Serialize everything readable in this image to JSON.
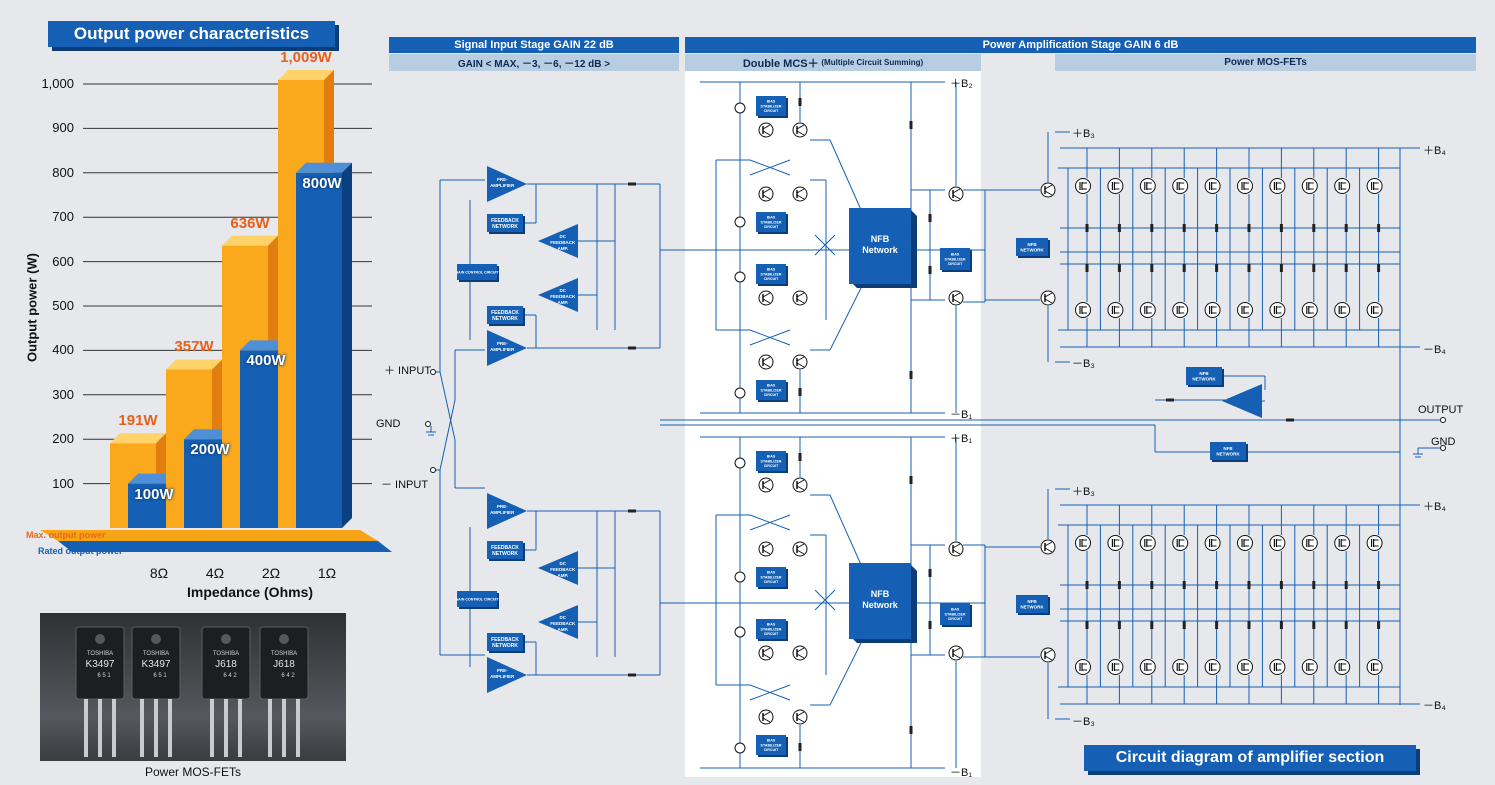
{
  "chart_title": "Output power characteristics",
  "diagram_title": "Circuit diagram of amplifier section",
  "chart_data": {
    "type": "bar",
    "categories": [
      "8Ω",
      "4Ω",
      "2Ω",
      "1Ω"
    ],
    "series": [
      {
        "name": "Max. output power",
        "values": [
          191,
          357,
          636,
          1009
        ],
        "labels": [
          "191W",
          "357W",
          "636W",
          "1,009W"
        ]
      },
      {
        "name": "Rated output power",
        "values": [
          100,
          200,
          400,
          800
        ],
        "labels": [
          "100W",
          "200W",
          "400W",
          "800W"
        ]
      }
    ],
    "ylabel": "Output power (W)",
    "xlabel": "Impedance (Ohms)",
    "ylim": [
      0,
      1000
    ],
    "yticks": [
      "100",
      "200",
      "300",
      "400",
      "500",
      "600",
      "700",
      "800",
      "900",
      "1,000"
    ],
    "colors": {
      "max": "#f7a416",
      "rated": "#1560b4"
    }
  },
  "photo": {
    "caption": "Power MOS-FETs",
    "parts": [
      {
        "brand": "TOSHIBA",
        "code": "K3497",
        "lot": "6 5 1"
      },
      {
        "brand": "TOSHIBA",
        "code": "K3497",
        "lot": "6 5 1"
      },
      {
        "brand": "TOSHIBA",
        "code": "J618",
        "lot": "6 4 2"
      },
      {
        "brand": "TOSHIBA",
        "code": "J618",
        "lot": "6 4 2"
      }
    ]
  },
  "stages": {
    "input_title": "Signal Input Stage   GAIN 22 dB",
    "input_sub": "GAIN < MAX, －3, －6, －12 dB >",
    "power_title": "Power Amplification Stage   GAIN 6 dB",
    "mcs_sub": "Double MCS＋",
    "mcs_sub_small": "(Multiple Circuit Summing)",
    "mosfet_sub": "Power MOS-FETs"
  },
  "terminals": {
    "plus_input": "＋ INPUT",
    "gnd": "GND",
    "minus_input": "－ INPUT",
    "output": "OUTPUT",
    "gnd_out": "GND"
  },
  "rails": {
    "b2_plus": "＋B₂",
    "b1_minus": "－B₁",
    "b1_plus": "＋B₁",
    "b1_minus_bottom": "－B₁",
    "b3_plus_top": "＋B₃",
    "b3_minus_top": "－B₃",
    "b4_plus_top": "＋B₄",
    "b4_minus_top": "－B₄",
    "b3_plus_bottom": "＋B₃",
    "b3_minus_bottom": "－B₃",
    "b4_plus_bottom": "＋B₄",
    "b4_minus_bottom": "－B₄"
  },
  "blocks": {
    "pre_amp": [
      "PRE-",
      "AMPLIFIER"
    ],
    "feedback": [
      "FEEDBACK",
      "NETWORK"
    ],
    "dc_feedback": [
      "DC",
      "FEEDBACK",
      "AMP."
    ],
    "gain_control": "GAIN CONTROL CIRCUIT",
    "bias": [
      "BIAS",
      "STABILIZER",
      "CIRCUIT"
    ],
    "nfb_big": [
      "NFB",
      "Network"
    ],
    "nfb_small": [
      "NFB",
      "NETWORK"
    ]
  }
}
